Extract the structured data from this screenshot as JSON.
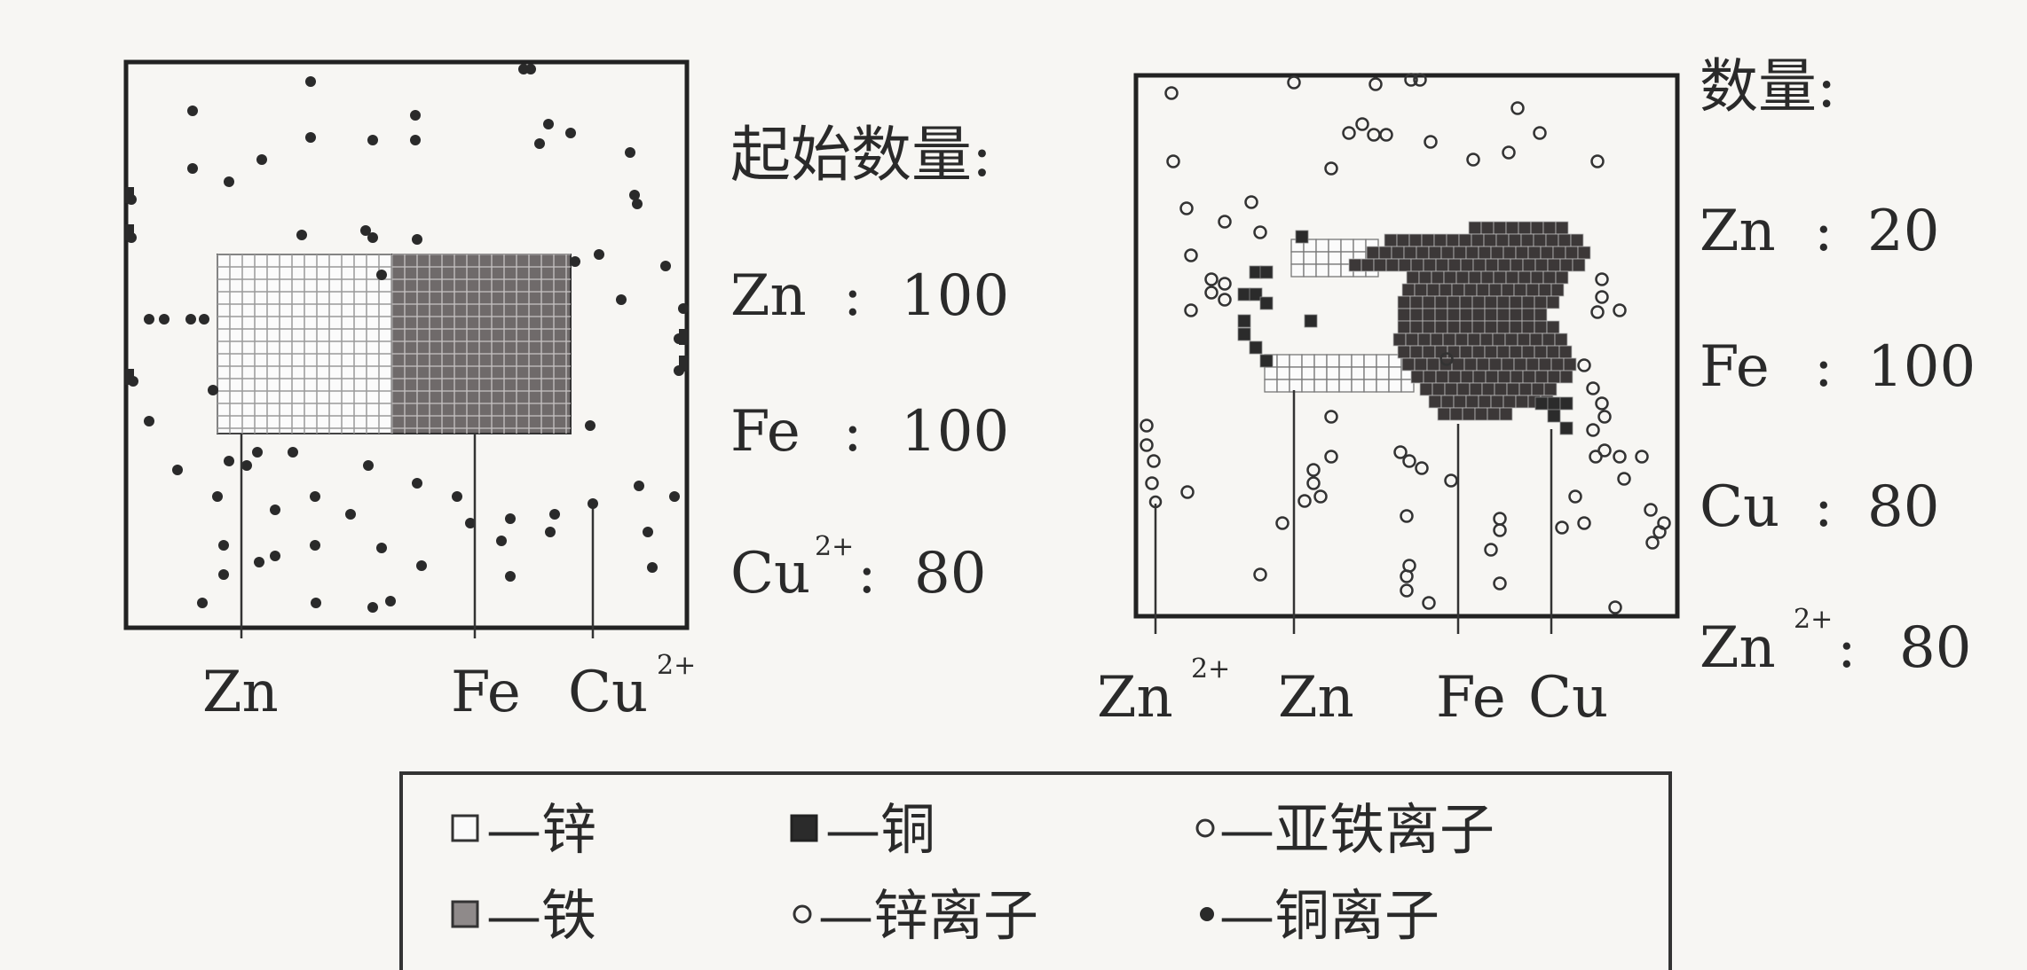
{
  "left_panel": {
    "probe_labels": {
      "zn": "Zn",
      "fe": "Fe",
      "cu": "Cu",
      "cu_sup": "2+"
    },
    "counts_title": "起始数量:",
    "counts": [
      {
        "name": "Zn",
        "sup": "",
        "value": "100"
      },
      {
        "name": "Fe",
        "sup": "",
        "value": "100"
      },
      {
        "name": "Cu",
        "sup": "2+",
        "value": "80"
      }
    ]
  },
  "right_panel": {
    "probe_labels": {
      "zn_ion": "Zn",
      "zn_ion_sup": "2+",
      "zn": "Zn",
      "fe": "Fe",
      "cu": "Cu"
    },
    "counts_title": "数量:",
    "counts": [
      {
        "name": "Zn",
        "sup": "",
        "value": "20"
      },
      {
        "name": "Fe",
        "sup": "",
        "value": "100"
      },
      {
        "name": "Cu",
        "sup": "",
        "value": "80"
      },
      {
        "name": "Zn",
        "sup": "2+",
        "value": "80"
      }
    ]
  },
  "legend": {
    "items": [
      {
        "symbol": "open-square",
        "label": "—锌"
      },
      {
        "symbol": "filled-square",
        "label": "—铜"
      },
      {
        "symbol": "small-circle",
        "label": "—亚铁离子"
      },
      {
        "symbol": "gray-square",
        "label": "—铁"
      },
      {
        "symbol": "open-circle",
        "label": "—锌离子"
      },
      {
        "symbol": "filled-dot",
        "label": "—铜离子"
      }
    ]
  },
  "colors": {
    "background": "#f7f6f3",
    "ink": "#2a2a2a",
    "grid_light": "#8a8a8a",
    "iron_fill": "#7a7575",
    "copper_fill": "#2b2b2b"
  }
}
